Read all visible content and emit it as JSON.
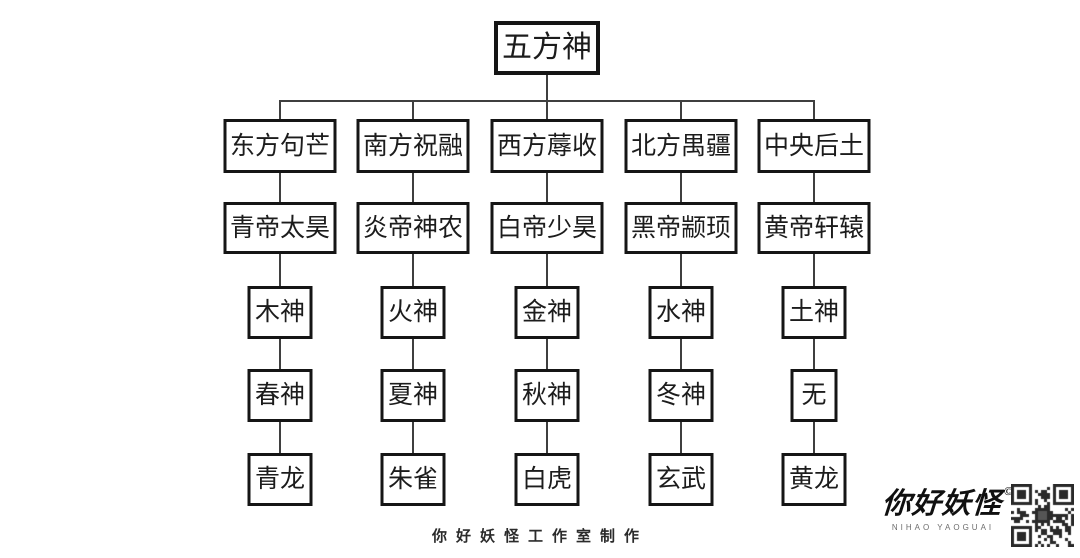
{
  "tree": {
    "root": "五方神",
    "rows": [
      {
        "cells": [
          "东方句芒",
          "南方祝融",
          "西方蓐收",
          "北方禺疆",
          "中央后土"
        ]
      },
      {
        "cells": [
          "青帝太昊",
          "炎帝神农",
          "白帝少昊",
          "黑帝颛顼",
          "黄帝轩辕"
        ]
      },
      {
        "cells": [
          "木神",
          "火神",
          "金神",
          "水神",
          "土神"
        ]
      },
      {
        "cells": [
          "春神",
          "夏神",
          "秋神",
          "冬神",
          "无"
        ]
      },
      {
        "cells": [
          "青龙",
          "朱雀",
          "白虎",
          "玄武",
          "黄龙"
        ]
      }
    ]
  },
  "footer": {
    "credit": "你好妖怪工作室制作"
  },
  "logo": {
    "name": "你好妖怪",
    "copyright_symbol": "©",
    "subtitle": "NIHAO YAOGUAI"
  },
  "colors": {
    "background": "#ffffff",
    "box_border": "#151515",
    "connector": "#3f3f3f",
    "text": "#1c1c1c"
  }
}
